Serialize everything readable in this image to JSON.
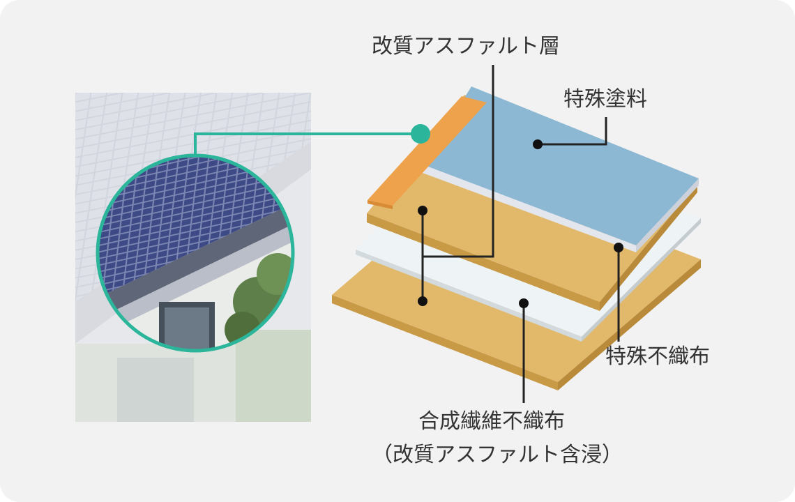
{
  "labels": {
    "modified_asphalt_layer": "改質アスファルト層",
    "special_paint": "特殊塗料",
    "special_nonwoven": "特殊不織布",
    "synthetic_fiber_nonwoven": "合成繊維不織布",
    "synthetic_fiber_nonwoven_note": "（改質アスファルト含浸）"
  },
  "colors": {
    "card_background": "#f2f2f2",
    "accent_teal": "#2bb59a",
    "paint_layer": "#8cb8d4",
    "asphalt_layer": "#e2b96a",
    "asphalt_side": "#c99a45",
    "nonwoven_layer": "#eef4f6",
    "orange_strip": "#eea24c",
    "leader_line": "#222222"
  },
  "icons": {
    "magnifier_circle": "zoom-circle-icon",
    "connector_dot": "teal-dot-icon"
  }
}
